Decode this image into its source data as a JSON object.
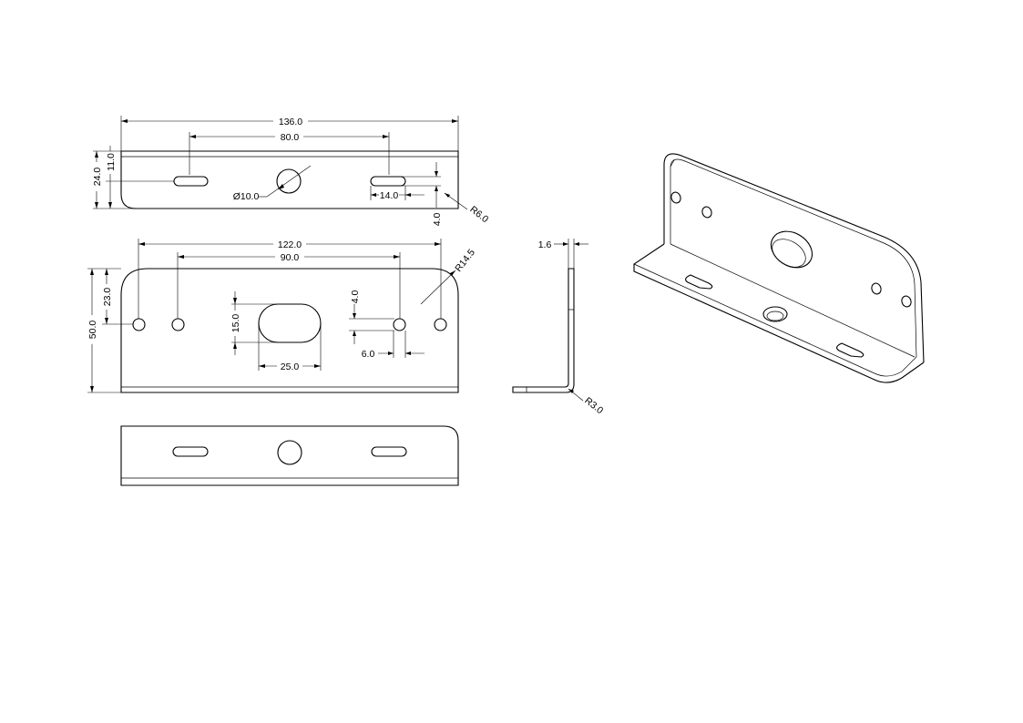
{
  "drawing": {
    "dimensions": {
      "top_overall_length": "136.0",
      "top_slot_pitch": "80.0",
      "top_height": "24.0",
      "top_slot_height": "11.0",
      "hole_diameter": "Ø10.0",
      "slot_length": "14.0",
      "slot_width_small": "4.0",
      "corner_radius": "R6.0",
      "front_hole_span": "122.0",
      "front_slot_pitch": "90.0",
      "front_height": "50.0",
      "hole_height": "23.0",
      "slot_height": "15.0",
      "slot_width": "25.0",
      "small_slot_height": "4.0",
      "small_slot_width": "6.0",
      "front_corner_radius": "R14.5",
      "thickness": "1.6",
      "bend_radius": "R3.0"
    }
  }
}
